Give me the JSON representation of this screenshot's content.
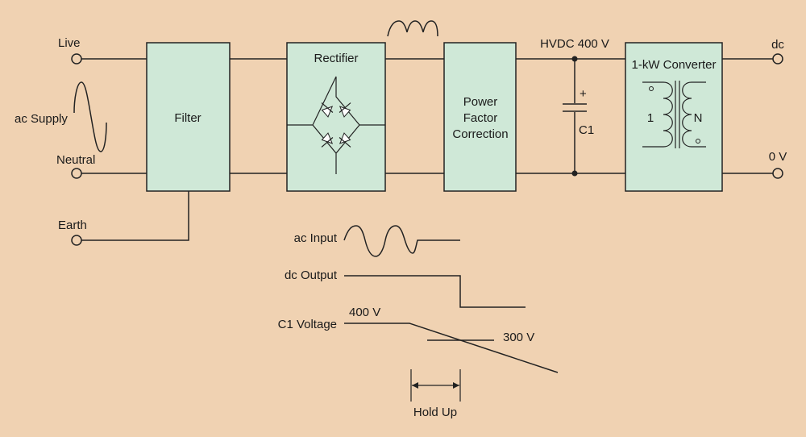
{
  "terminals": {
    "live": "Live",
    "neutral": "Neutral",
    "earth": "Earth",
    "dc_out": "dc",
    "zero_v": "0 V"
  },
  "source_label": "ac Supply",
  "blocks": {
    "filter": "Filter",
    "rectifier": "Rectifier",
    "pfc": [
      "Power",
      "Factor",
      "Correction"
    ],
    "converter": "1-kW Converter"
  },
  "hvdc_label": "HVDC 400 V",
  "capacitor": {
    "name": "C1",
    "polarity": "+"
  },
  "transformer": {
    "primary": "1",
    "secondary": "N"
  },
  "timing": {
    "ac_input": "ac Input",
    "dc_output": "dc Output",
    "c1_voltage": "C1 Voltage",
    "v_start": "400 V",
    "v_threshold": "300 V",
    "hold_up": "Hold Up"
  },
  "colors": {
    "background": "#f0d2b2",
    "block_fill": "#cfe8d7",
    "line": "#222222"
  }
}
